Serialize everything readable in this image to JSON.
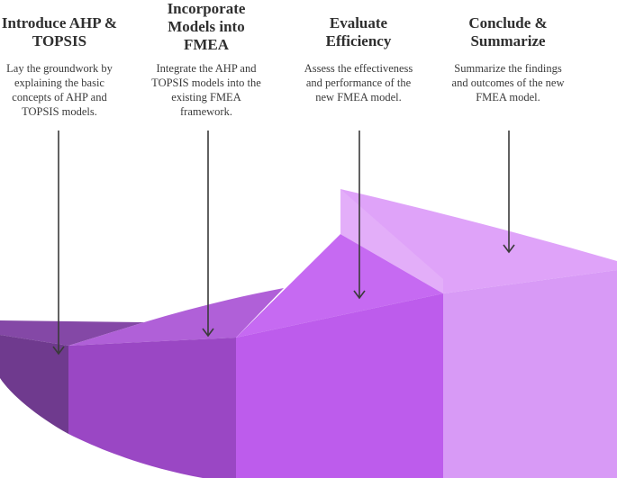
{
  "steps": [
    {
      "title": "Introduce AHP & TOPSIS",
      "description": "Lay the groundwork by explaining the basic concepts of AHP and TOPSIS models.",
      "color": "#7b3f9c"
    },
    {
      "title": "Incorporate Models into FMEA",
      "description": "Integrate the AHP and TOPSIS models into the existing FMEA framework.",
      "color": "#a24fcd"
    },
    {
      "title": "Evaluate Efficiency",
      "description": "Assess the effectiveness and performance of the new FMEA model.",
      "color": "#c468f1"
    },
    {
      "title": "Conclude & Summarize",
      "description": "Summarize the findings and outcomes of the new FMEA model.",
      "color": "#dca0f8"
    }
  ],
  "colors": {
    "arrow": "#3a3a3a",
    "background": "#ffffff"
  }
}
